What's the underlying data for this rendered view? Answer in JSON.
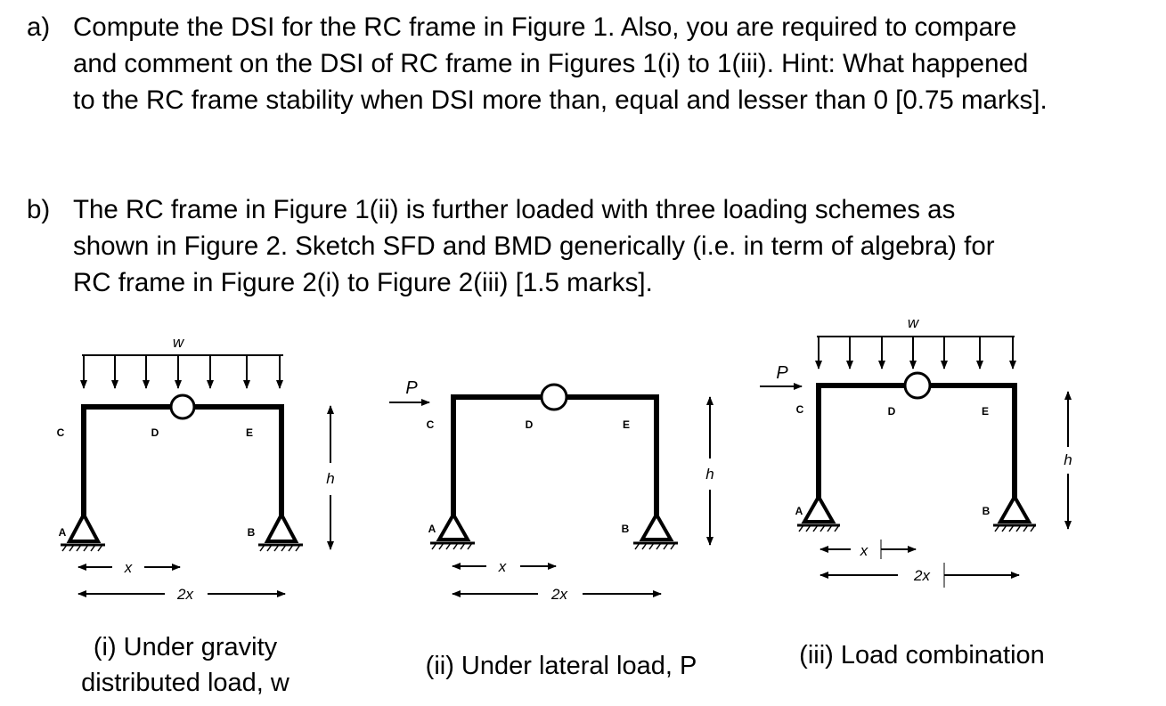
{
  "question_a": {
    "letter": "a)",
    "lines": [
      "Compute the DSI for the RC frame in Figure 1. Also, you are required to compare",
      "and comment on the DSI of RC frame in Figures 1(i) to 1(iii). Hint: What happened",
      "to the RC frame stability when DSI more than, equal and lesser than 0 [0.75 marks]."
    ]
  },
  "question_b": {
    "letter": "b)",
    "lines": [
      "The RC frame in Figure 1(ii) is further loaded with three loading schemes as",
      "shown in Figure 2. Sketch SFD and BMD generically (i.e. in term of algebra) for",
      "RC frame in Figure 2(i) to Figure 2(iii) [1.5 marks]."
    ]
  },
  "figures": [
    {
      "caption_lines": [
        "(i) Under gravity",
        "distributed load, w"
      ],
      "load_w": "w",
      "labels": {
        "C": "C",
        "D": "D",
        "E": "E",
        "A": "A",
        "B": "B",
        "h": "h",
        "x": "x",
        "twox": "2x"
      }
    },
    {
      "caption_lines": [
        "(ii) Under lateral load, P"
      ],
      "load_p": "P",
      "labels": {
        "C": "C",
        "D": "D",
        "E": "E",
        "A": "A",
        "B": "B",
        "h": "h",
        "x": "x",
        "twox": "2x"
      }
    },
    {
      "caption_lines": [
        "(iii) Load combination"
      ],
      "load_w": "w",
      "load_p": "P",
      "labels": {
        "C": "C",
        "D": "D",
        "E": "E",
        "A": "A",
        "B": "B",
        "h": "h",
        "x": "x",
        "twox": "2x"
      }
    }
  ]
}
